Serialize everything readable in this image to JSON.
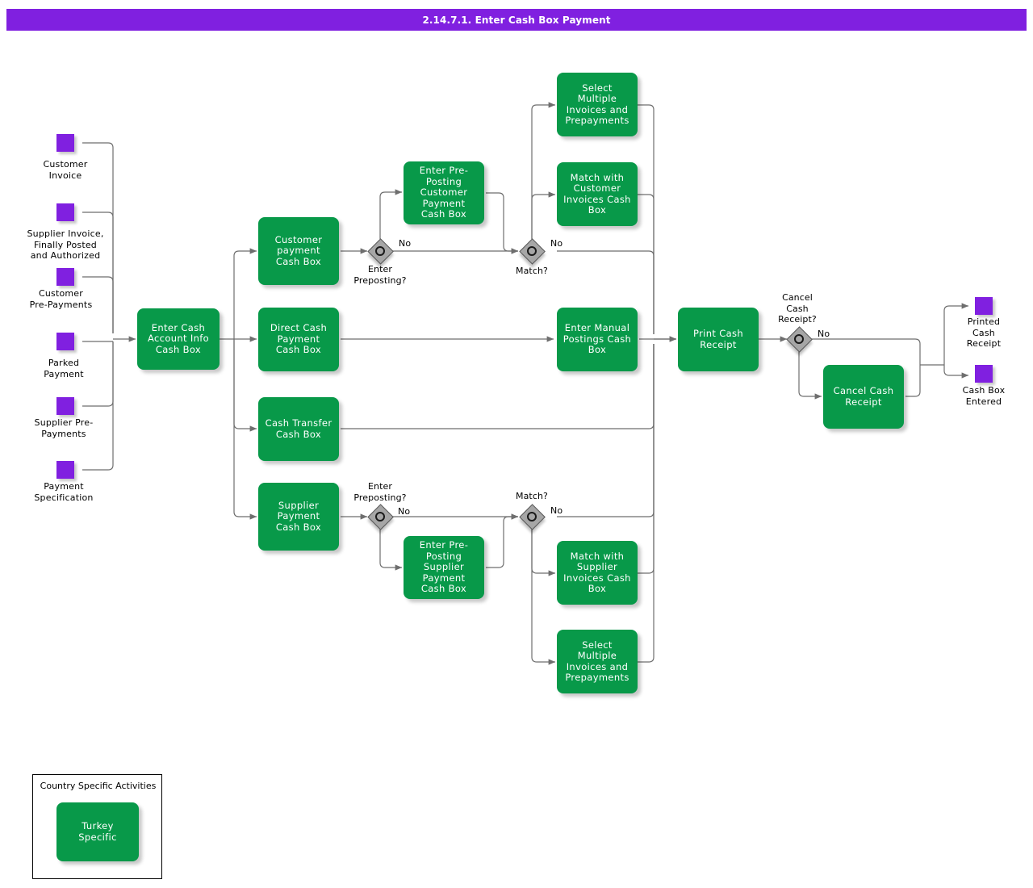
{
  "header": {
    "title": "2.14.7.1. Enter Cash Box Payment"
  },
  "colors": {
    "accent_purple": "#8020e0",
    "task_green": "#089949",
    "gateway_gray": "#a6a6a6",
    "connector_gray": "#6e6e6e",
    "text_white": "#ffffff",
    "text_black": "#000000"
  },
  "start_events": [
    {
      "label": "Customer\nInvoice"
    },
    {
      "label": "Supplier Invoice,\nFinally Posted\nand Authorized"
    },
    {
      "label": "Customer\nPre-Payments"
    },
    {
      "label": "Parked\nPayment"
    },
    {
      "label": "Supplier Pre-\nPayments"
    },
    {
      "label": "Payment\nSpecification"
    }
  ],
  "end_events": [
    {
      "label": "Printed\nCash\nReceipt"
    },
    {
      "label": "Cash Box\nEntered"
    }
  ],
  "tasks": {
    "enter_cash_account_info": "Enter Cash Account Info Cash Box",
    "customer_payment": "Customer payment Cash Box",
    "direct_cash_payment": "Direct Cash Payment Cash Box",
    "cash_transfer": "Cash Transfer Cash Box",
    "supplier_payment": "Supplier Payment Cash Box",
    "enter_preposting_customer": "Enter Pre-Posting Customer Payment Cash Box",
    "enter_preposting_supplier": "Enter Pre-Posting Supplier Payment Cash Box",
    "select_multiple_customer": "Select Multiple Invoices and Prepayments",
    "match_customer_invoices": "Match with Customer Invoices Cash Box",
    "match_supplier_invoices": "Match with Supplier Invoices Cash Box",
    "select_multiple_supplier": "Select Multiple Invoices and Prepayments",
    "enter_manual_postings": "Enter Manual Postings Cash Box",
    "print_cash_receipt": "Print Cash Receipt",
    "cancel_cash_receipt": "Cancel Cash Receipt"
  },
  "gateways": [
    {
      "id": "gw-enter-preposting-customer",
      "label": "Enter\nPreposting?",
      "branch_label": "No"
    },
    {
      "id": "gw-match-customer",
      "label": "Match?",
      "branch_label": "No"
    },
    {
      "id": "gw-enter-preposting-supplier",
      "label": "Enter\nPreposting?",
      "branch_label": "No"
    },
    {
      "id": "gw-match-supplier",
      "label": "Match?",
      "branch_label": "No"
    },
    {
      "id": "gw-cancel-cash-receipt",
      "label": "Cancel\nCash\nReceipt?",
      "branch_label": "No"
    }
  ],
  "edge_labels": {
    "no_1": "No",
    "no_2": "No",
    "no_3": "No",
    "no_4": "No",
    "no_5": "No"
  },
  "legend": {
    "title": "Country Specific Activities",
    "item_label": "Turkey Specific"
  }
}
